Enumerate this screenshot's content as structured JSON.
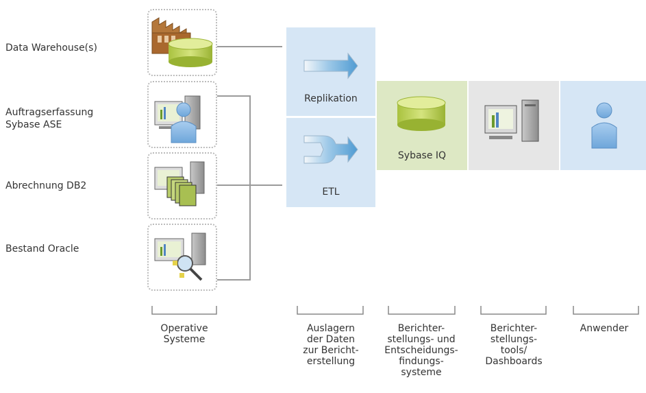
{
  "sources": {
    "data_warehouse": "Data Warehouse(s)",
    "auftragserfassung_line1": "Auftragserfassung",
    "auftragserfassung_line2": "Sybase ASE",
    "abrechnung": "Abrechnung DB2",
    "bestand": "Bestand Oracle"
  },
  "panels": {
    "replikation": "Replikation",
    "etl": "ETL",
    "sybase_iq": "Sybase IQ"
  },
  "captions": {
    "operative": "Operative\nSysteme",
    "auslagern": "Auslagern\nder Daten\nzur Bericht-\nerstellung",
    "berichterstellungs_systeme": "Berichter-\nstellungs- und\nEntscheidungs-\nfindungs-\nsysteme",
    "tools": "Berichter-\nstellungs-\ntools/\nDashboards",
    "anwender": "Anwender"
  },
  "colors": {
    "light_blue": "#d6e6f5",
    "light_green": "#dde8c4",
    "light_gray": "#e6e6e6",
    "connector": "#9a9a9a"
  }
}
